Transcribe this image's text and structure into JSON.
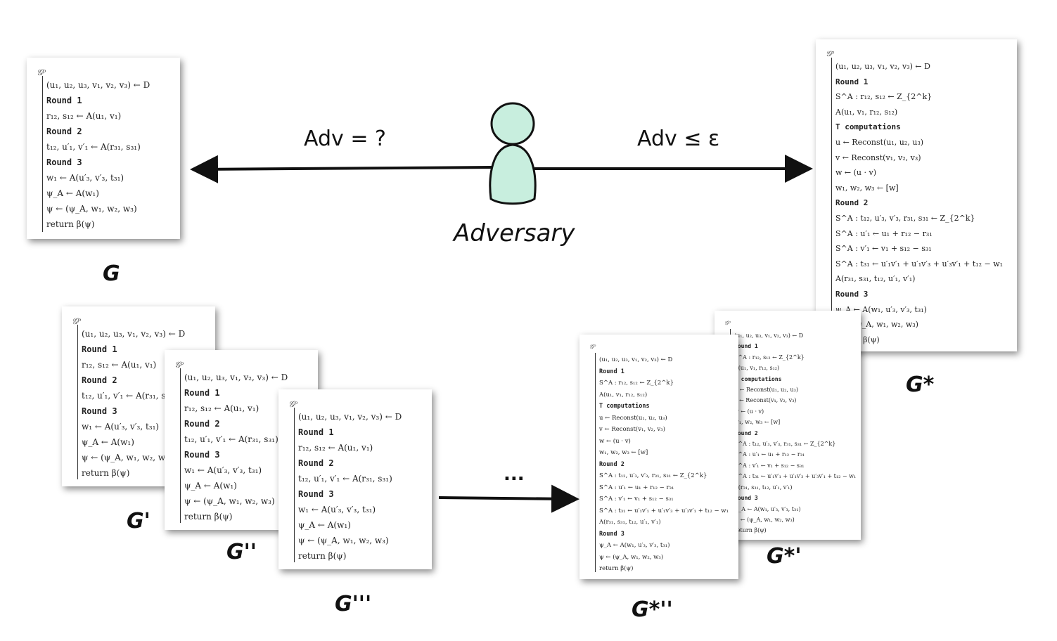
{
  "actor": {
    "name": "Adversary",
    "fill": "#c8eede",
    "stroke": "#111111"
  },
  "left_edge_label": "Adv = ?",
  "right_edge_label": "Adv ≤ ε",
  "ellipsis": "...",
  "game_header": "𝒢ᵖ",
  "game_lines": [
    "(u₁, u₂, u₃, v₁, v₂, v₃) ← D",
    "Round 1",
    "r₁₂, s₁₂ ← A(u₁, v₁)",
    "Round 2",
    "t₁₂, u′₁, v′₁ ← A(r₃₁, s₃₁)",
    "Round 3",
    "w₁ ← A(u′₃, v′₃, t₃₁)",
    "ψ_A ← A(w₁)",
    "ψ ← (ψ_A, w₁, w₂, w₃)",
    "return β(ψ)"
  ],
  "star_lines": [
    "(u₁, u₂, u₃, v₁, v₂, v₃) ← D",
    "Round 1",
    "S^A : r₁₂, s₁₂ ← Z_{2^k}",
    "A(u₁, v₁, r₁₂, s₁₂)",
    "T computations",
    "u ← Reconst(u₁, u₂, u₃)",
    "v ← Reconst(v₁, v₂, v₃)",
    "w ← (u · v)",
    "w₁, w₂, w₃ ← [w]",
    "Round 2",
    "S^A : t₁₂, u′₃, v′₃, r₃₁, s₃₁ ← Z_{2^k}",
    "S^A : u′₁ ← u₁ + r₁₂ − r₃₁",
    "S^A : v′₁ ← v₁ + s₁₂ − s₃₁",
    "S^A : t₃₁ ← u′₁v′₁ + u′₁v′₃ + u′₃v′₁ + t₁₂ − w₁",
    "A(r₃₁, s₃₁, t₁₂, u′₁, v′₁)",
    "Round 3",
    "ψ_A ← A(w₁, u′₃, v′₃, t₃₁)",
    "ψ ← (ψ_A, w₁, w₂, w₃)",
    "return β(ψ)"
  ],
  "labels": {
    "g": "G",
    "g1": "G'",
    "g2": "G''",
    "g3": "G'''",
    "gstar": "G*",
    "gstar1": "G*'",
    "gstar2": "G*''"
  }
}
